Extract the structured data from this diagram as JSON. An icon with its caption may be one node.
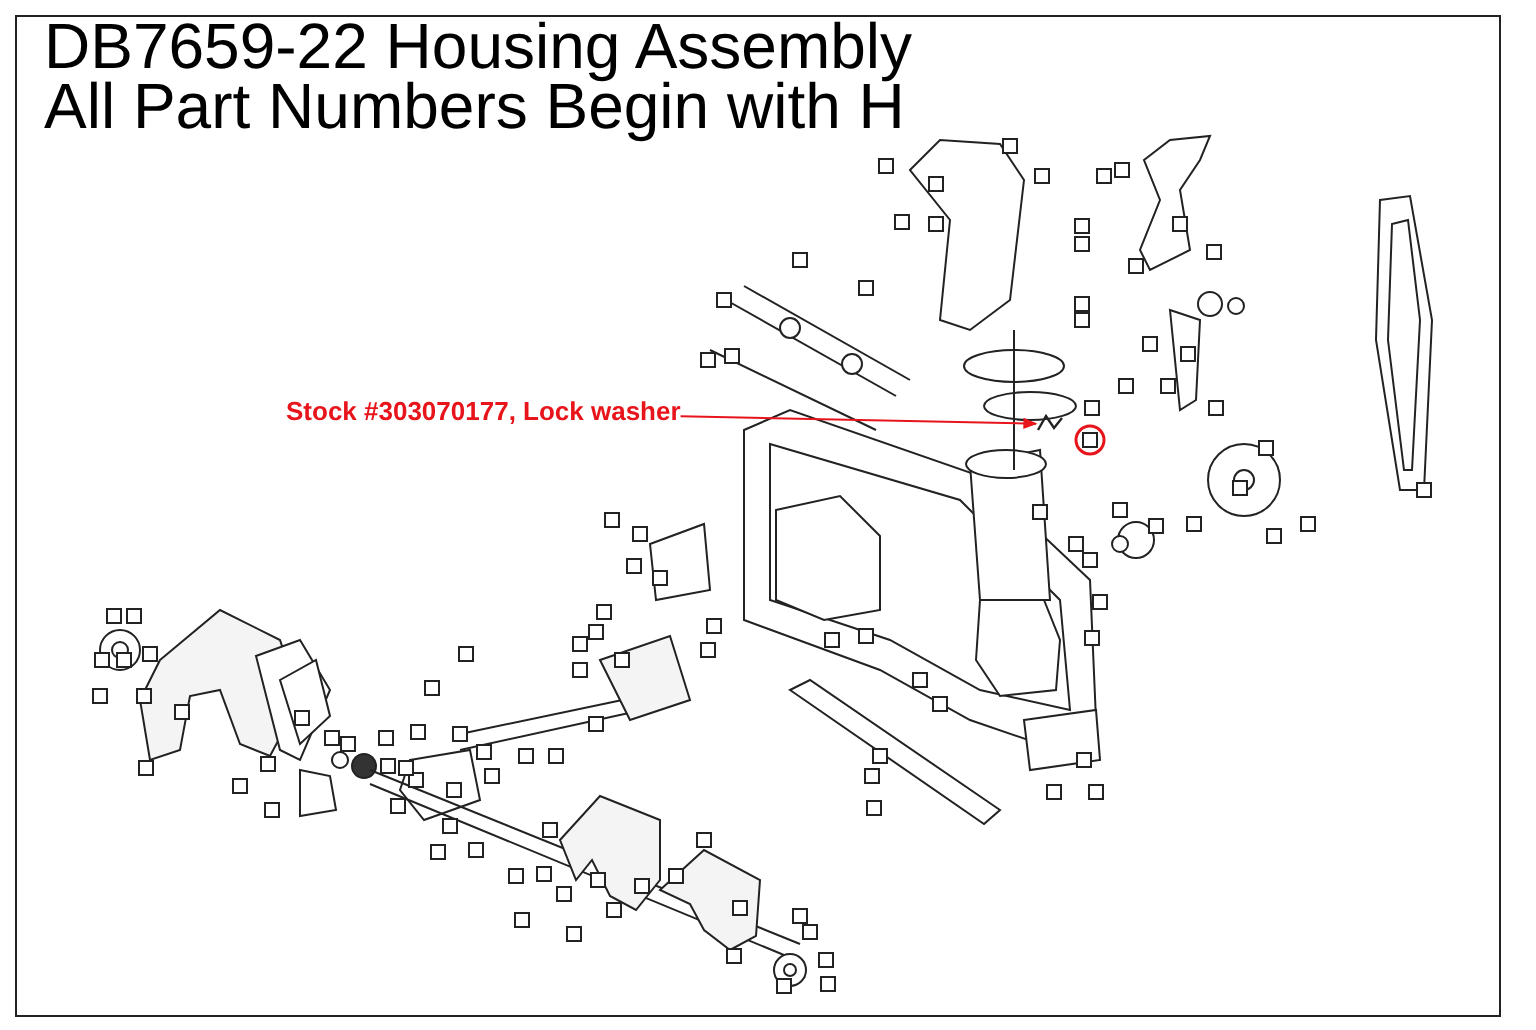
{
  "diagram": {
    "title": "DB7659-22 Housing Assembly All Part Numbers Begin with H",
    "nodes": [
      {
        "text": [
          "Stock #303070177, Lock washer"
        ]
      },
      {
        "text": [],
        "shape": "picture"
      }
    ],
    "edges": [
      {
        "from": 0,
        "to": 1,
        "arrow": "to"
      }
    ]
  }
}
